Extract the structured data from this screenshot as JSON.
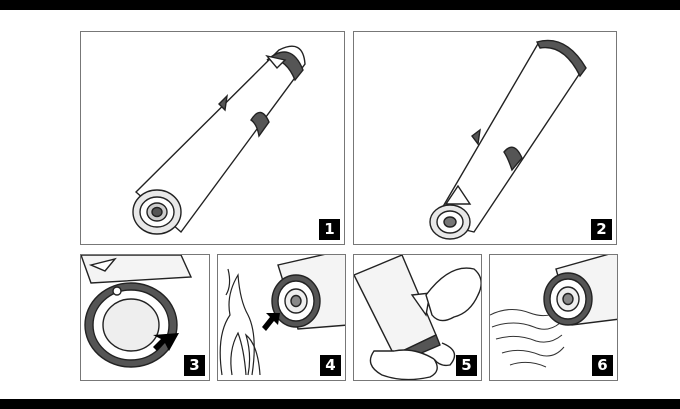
{
  "steps": [
    {
      "number": "1"
    },
    {
      "number": "2"
    },
    {
      "number": "3"
    },
    {
      "number": "4"
    },
    {
      "number": "5"
    },
    {
      "number": "6"
    }
  ],
  "colors": {
    "frame": "#000000",
    "panel_border": "#777777",
    "shade": "#555555",
    "outline": "#222222",
    "badge_bg": "#000000",
    "badge_text": "#ffffff"
  },
  "icons": [
    "whistle-icon",
    "arrow-icon",
    "flame-icon",
    "hand-icon",
    "air-stream-icon"
  ]
}
